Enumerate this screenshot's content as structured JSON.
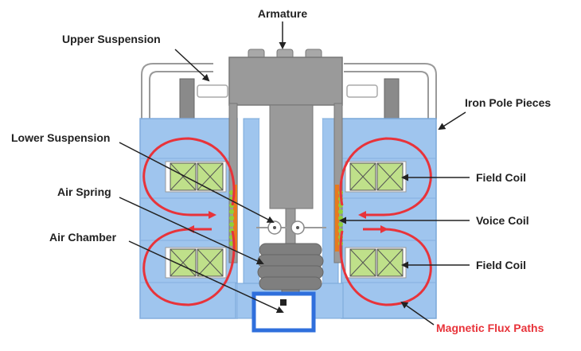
{
  "labels": {
    "armature": "Armature",
    "upper_suspension": "Upper Suspension",
    "iron_pole_pieces": "Iron Pole Pieces",
    "lower_suspension": "Lower Suspension",
    "field_coil_upper": "Field Coil",
    "air_spring": "Air Spring",
    "voice_coil": "Voice Coil",
    "air_chamber": "Air Chamber",
    "field_coil_lower": "Field Coil",
    "magnetic_flux_paths": "Magnetic Flux Paths"
  },
  "colors": {
    "pole_blue": "#9fc5ee",
    "pole_edge": "#7aa8d8",
    "flux_red": "#e8333a",
    "coil_green": "#bfe08a",
    "armature_gray": "#9a9a9a",
    "bellows_gray": "#7f7f7f",
    "voice_coil_orange": "#e87a1e",
    "voice_coil_green": "#8fcf3a",
    "air_chamber_blue": "#2f6fdc",
    "label_red": "#e8333a"
  }
}
